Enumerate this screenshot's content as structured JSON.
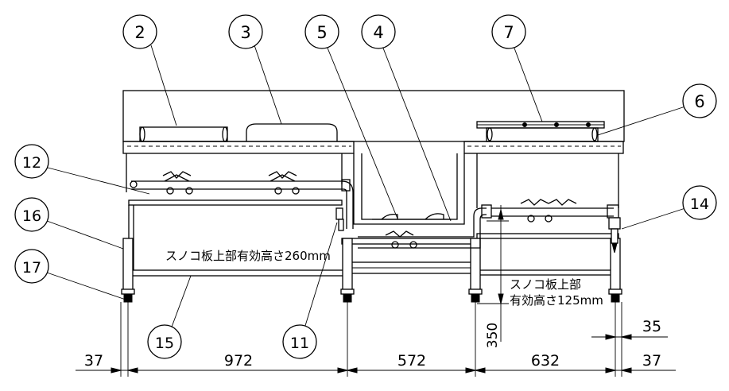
{
  "callouts": {
    "c2": "2",
    "c3": "3",
    "c4": "4",
    "c5": "5",
    "c6": "6",
    "c7": "7",
    "c11": "11",
    "c12": "12",
    "c14": "14",
    "c15": "15",
    "c16": "16",
    "c17": "17"
  },
  "notes": {
    "shelf_260_line": "スノコ板上部有効高さ260mm",
    "shelf_125_line1": "スノコ板上部",
    "shelf_125_line2": "有効高さ125mm"
  },
  "dimensions": {
    "d_left": "37",
    "d_972": "972",
    "d_572": "572",
    "d_632": "632",
    "d_right": "37",
    "d_350": "350",
    "d_35": "35"
  }
}
